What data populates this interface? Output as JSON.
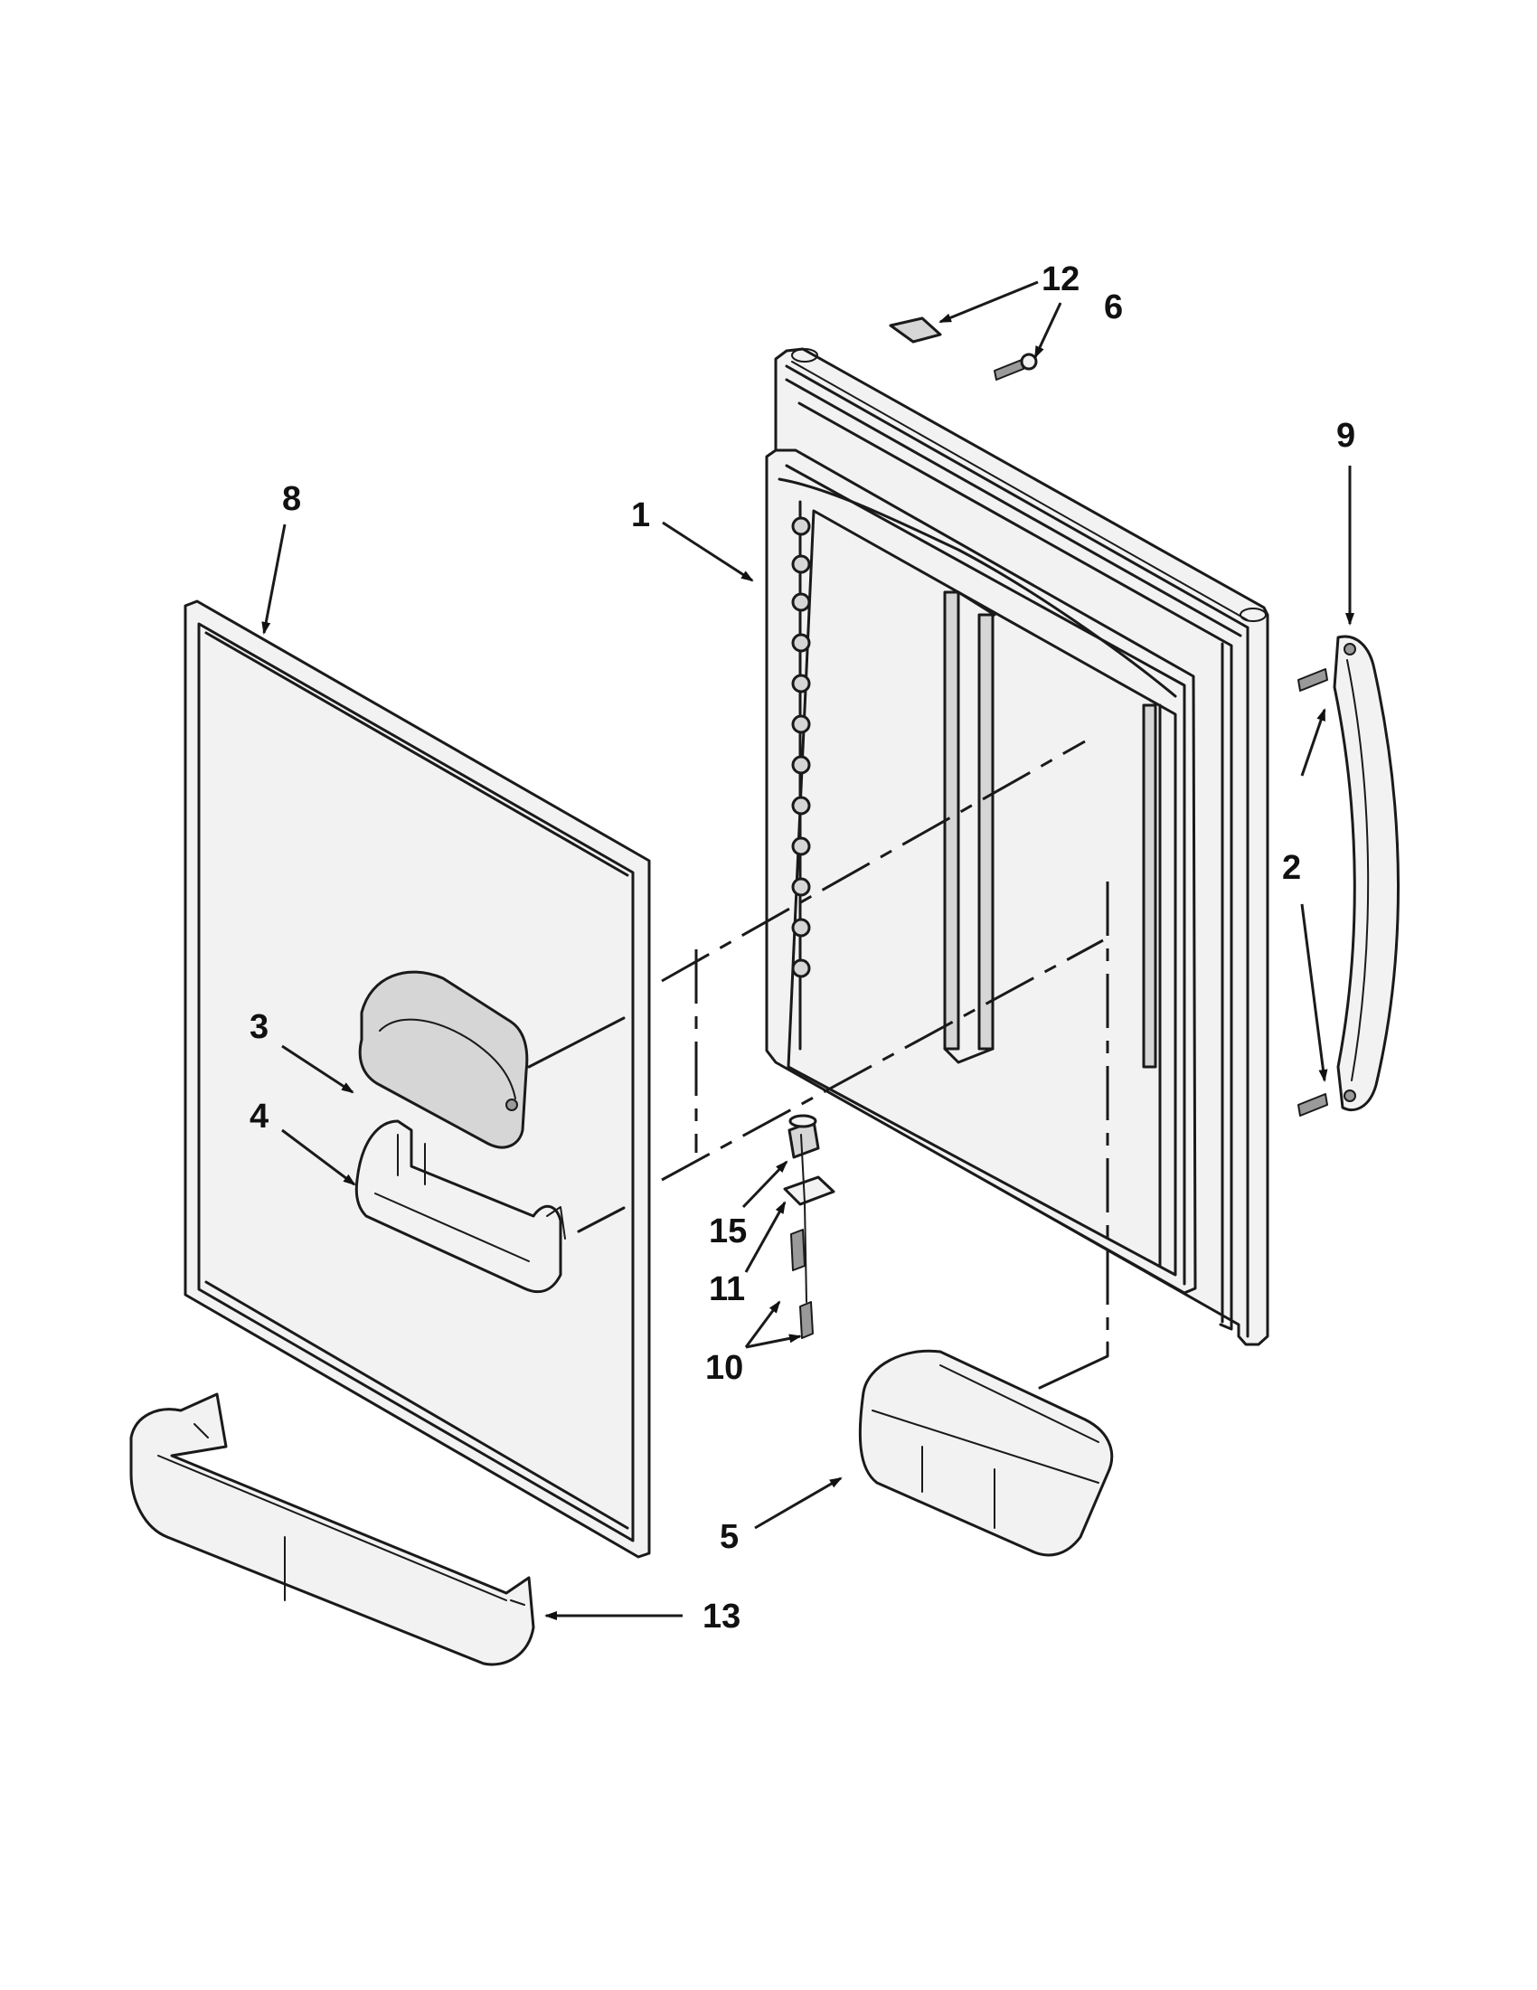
{
  "callouts": {
    "c1": "1",
    "c2": "2",
    "c3": "3",
    "c4": "4",
    "c5": "5",
    "c6": "6",
    "c8": "8",
    "c9": "9",
    "c10": "10",
    "c11": "11",
    "c12": "12",
    "c13": "13",
    "c15": "15"
  }
}
